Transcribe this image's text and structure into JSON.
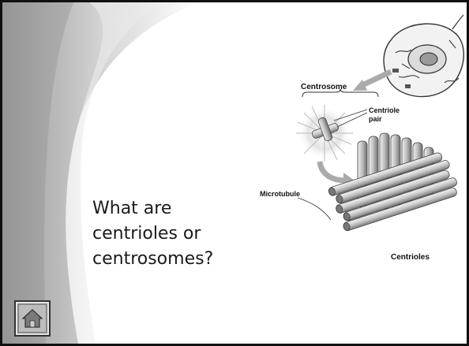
{
  "slide": {
    "question": "What are\ncentrioles or\ncentrosomes?"
  },
  "figure": {
    "labels": {
      "centrosome": "Centrosome",
      "centriole_pair": "Centriole\npair",
      "microtubule": "Microtubule",
      "centrioles": "Centrioles"
    }
  },
  "nav": {
    "home_icon": "home-icon"
  }
}
